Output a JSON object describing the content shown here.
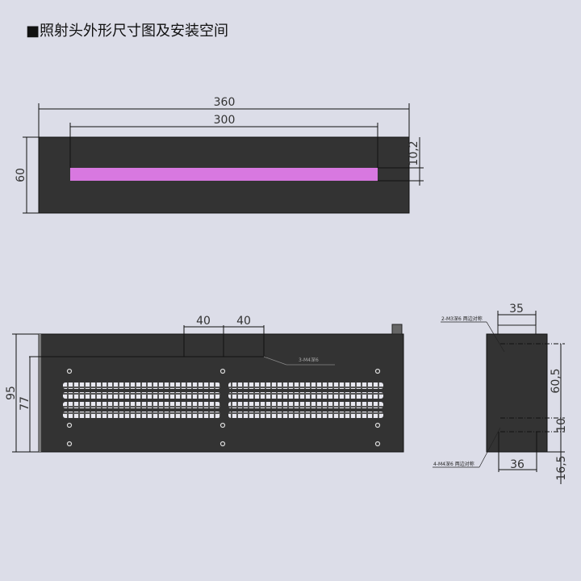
{
  "title": "■照射头外形尺寸图及安装空间",
  "colors": {
    "body": "#333333",
    "emitter": "#d878e0",
    "background": "#dcdde8"
  },
  "top_view": {
    "overall_length": "360",
    "emitter_length": "300",
    "height": "60",
    "emitter_width": "10,2"
  },
  "front_view": {
    "spacing_1": "40",
    "spacing_2": "40",
    "height": "95",
    "hole_height": "77",
    "hole_note": "3-M4深6"
  },
  "side_view": {
    "width": "35",
    "dim_upper": "60,5",
    "dim_mid": "10",
    "dim_lower": "16,5",
    "bottom_width": "36",
    "note_top": "2-M3深6 两边对称",
    "note_bottom": "4-M4深6 两边对称"
  }
}
